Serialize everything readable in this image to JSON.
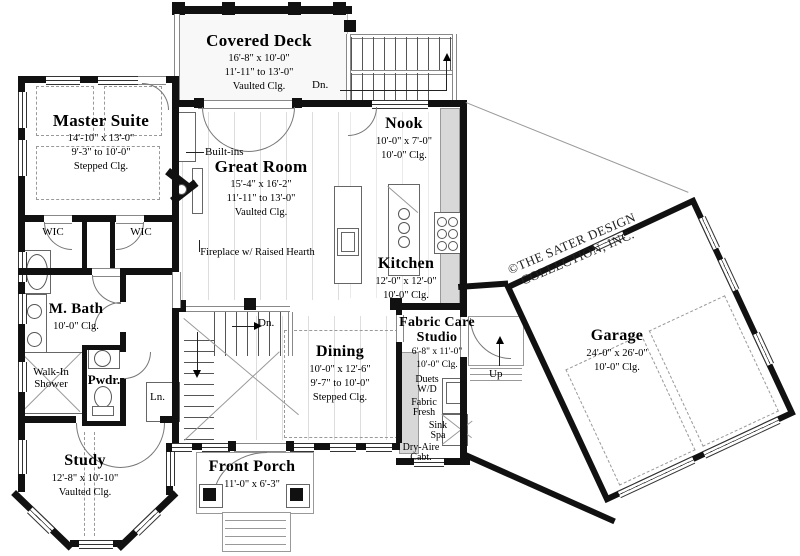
{
  "copyright": {
    "line1": "©THE SATER DESIGN",
    "line2": "COLLECTION, INC."
  },
  "rooms": {
    "covered_deck": {
      "name": "Covered Deck",
      "l1": "16'-8\" x 10'-0\"",
      "l2": "11'-11\" to 13'-0\"",
      "l3": "Vaulted Clg."
    },
    "master_suite": {
      "name": "Master Suite",
      "l1": "14'-10\" x 13'-0\"",
      "l2": "9'-3\" to 10'-0\"",
      "l3": "Stepped Clg."
    },
    "great_room": {
      "name": "Great Room",
      "l1": "15'-4\" x 16'-2\"",
      "l2": "11'-11\" to 13'-0\"",
      "l3": "Vaulted Clg."
    },
    "nook": {
      "name": "Nook",
      "l1": "10'-0\" x 7'-0\"",
      "l2": "10'-0\" Clg."
    },
    "kitchen": {
      "name": "Kitchen",
      "l1": "12'-0\" x 12'-0\"",
      "l2": "10'-0\" Clg."
    },
    "dining": {
      "name": "Dining",
      "l1": "10'-0\" x 12'-6\"",
      "l2": "9'-7\" to 10'-0\"",
      "l3": "Stepped Clg."
    },
    "m_bath": {
      "name": "M. Bath",
      "l1": "10'-0\" Clg."
    },
    "fabric_care": {
      "name1": "Fabric Care",
      "name2": "Studio",
      "l1": "6'-8\" x 11'-0\"",
      "l2": "10'-0\" Clg."
    },
    "garage": {
      "name": "Garage",
      "l1": "24'-0\" x 26'-0\"",
      "l2": "10'-0\" Clg."
    },
    "study": {
      "name": "Study",
      "l1": "12'-8\" x 10'-10\"",
      "l2": "Vaulted Clg."
    },
    "front_porch": {
      "name": "Front Porch",
      "l1": "11'-0\" x 6'-3\""
    }
  },
  "labels": {
    "built_ins": "Built-ins",
    "fireplace": "Fireplace w/ Raised Hearth",
    "wic_left": "WIC",
    "wic_right": "WIC",
    "walk_in_1": "Walk-In",
    "walk_in_2": "Shower",
    "pwdr": "Pwdr.",
    "linen": "Ln.",
    "dn_deck": "Dn.",
    "dn_stair": "Dn.",
    "up": "Up",
    "duets_1": "Duets",
    "duets_2": "W/D",
    "fresh_1": "Fabric",
    "fresh_2": "Fresh",
    "sink_1": "Sink",
    "sink_2": "Spa",
    "dry_1": "Dry-Aire",
    "dry_2": "Cabt."
  }
}
